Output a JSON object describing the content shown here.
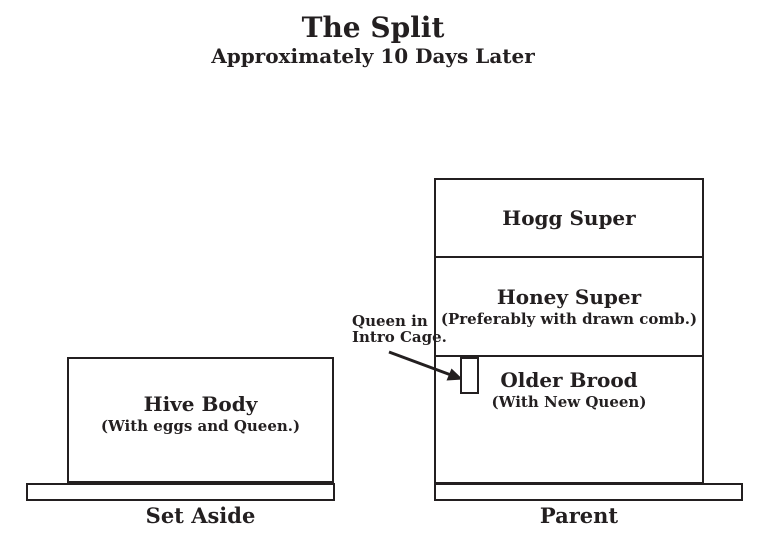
{
  "title": "The Split",
  "subtitle": "Approximately 10 Days Later",
  "left_hive": {
    "body_label": "Hive Body",
    "body_sublabel": "(With eggs and Queen.)",
    "caption": "Set Aside"
  },
  "right_hive": {
    "sections": [
      {
        "label": "Hogg Super",
        "sublabel": ""
      },
      {
        "label": "Honey Super",
        "sublabel": "(Preferably with drawn comb.)"
      },
      {
        "label": "Older Brood",
        "sublabel": "(With New Queen)"
      }
    ],
    "caption": "Parent"
  },
  "annotation": {
    "line1": "Queen in",
    "line2": "Intro Cage."
  },
  "colors": {
    "ink": "#231f20",
    "background": "#ffffff"
  }
}
